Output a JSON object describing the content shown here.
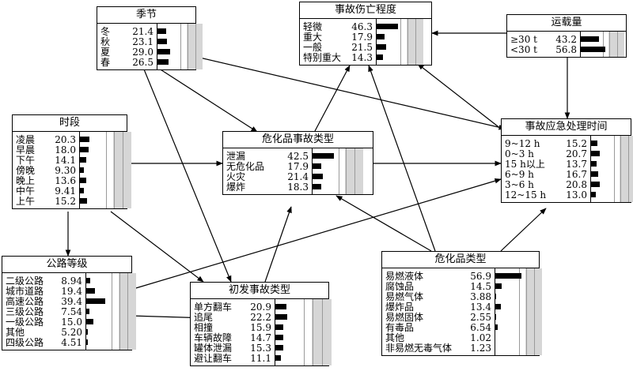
{
  "palette": {
    "bar": "#000000",
    "shade": "#d6d6d6",
    "line": "#000000"
  },
  "nodes": [
    {
      "id": "season",
      "title": "季节",
      "states": [
        {
          "label": "冬",
          "value": "21.4"
        },
        {
          "label": "秋",
          "value": "23.1"
        },
        {
          "label": "夏",
          "value": "29.0"
        },
        {
          "label": "春",
          "value": "26.5"
        }
      ]
    },
    {
      "id": "severity",
      "title": "事故伤亡程度",
      "states": [
        {
          "label": "轻微",
          "value": "46.3"
        },
        {
          "label": "重大",
          "value": "17.9"
        },
        {
          "label": "一般",
          "value": "21.5"
        },
        {
          "label": "特别重大",
          "value": "14.3"
        }
      ]
    },
    {
      "id": "load",
      "title": "运载量",
      "states": [
        {
          "label": "≥30 t",
          "value": "43.2"
        },
        {
          "label": "<30 t",
          "value": "56.8"
        }
      ]
    },
    {
      "id": "period",
      "title": "时段",
      "states": [
        {
          "label": "凌晨",
          "value": "20.3"
        },
        {
          "label": "早晨",
          "value": "18.0"
        },
        {
          "label": "下午",
          "value": "14.1"
        },
        {
          "label": "傍晚",
          "value": "9.30"
        },
        {
          "label": "晚上",
          "value": "13.6"
        },
        {
          "label": "中午",
          "value": "9.41"
        },
        {
          "label": "上午",
          "value": "15.2"
        }
      ]
    },
    {
      "id": "hazard",
      "title": "危化品事故类型",
      "states": [
        {
          "label": "泄漏",
          "value": "42.5"
        },
        {
          "label": "无危化品",
          "value": "17.9"
        },
        {
          "label": "火灾",
          "value": "21.4"
        },
        {
          "label": "爆炸",
          "value": "18.3"
        }
      ]
    },
    {
      "id": "response",
      "title": "事故应急处理时间",
      "states": [
        {
          "label": "9~12 h",
          "value": "15.2"
        },
        {
          "label": "0~3 h",
          "value": "20.7"
        },
        {
          "label": "15 h以上",
          "value": "13.7"
        },
        {
          "label": "6~9 h",
          "value": "16.7"
        },
        {
          "label": "3~6 h",
          "value": "20.8"
        },
        {
          "label": "12~15 h",
          "value": "13.0"
        }
      ]
    },
    {
      "id": "road",
      "title": "公路等级",
      "states": [
        {
          "label": "二级公路",
          "value": "8.94"
        },
        {
          "label": "城市道路",
          "value": "19.4"
        },
        {
          "label": "高速公路",
          "value": "39.4"
        },
        {
          "label": "三级公路",
          "value": "7.54"
        },
        {
          "label": "一级公路",
          "value": "15.0"
        },
        {
          "label": "其他",
          "value": "5.20"
        },
        {
          "label": "四级公路",
          "value": "4.51"
        }
      ]
    },
    {
      "id": "initial",
      "title": "初发事故类型",
      "states": [
        {
          "label": "单方翻车",
          "value": "20.9"
        },
        {
          "label": "追尾",
          "value": "22.2"
        },
        {
          "label": "相撞",
          "value": "15.9"
        },
        {
          "label": "车辆故障",
          "value": "14.7"
        },
        {
          "label": "罐体泄漏",
          "value": "15.3"
        },
        {
          "label": "避让翻车",
          "value": "11.1"
        }
      ]
    },
    {
      "id": "chemtype",
      "title": "危化品类型",
      "states": [
        {
          "label": "易燃液体",
          "value": "56.9"
        },
        {
          "label": "腐蚀品",
          "value": "14.5"
        },
        {
          "label": "易燃气体",
          "value": "3.88"
        },
        {
          "label": "爆炸品",
          "value": "13.4"
        },
        {
          "label": "易燃固体",
          "value": "2.55"
        },
        {
          "label": "有毒品",
          "value": "6.54"
        },
        {
          "label": "其他",
          "value": "1.02"
        },
        {
          "label": "非易燃无毒气体",
          "value": "1.23"
        }
      ]
    }
  ]
}
